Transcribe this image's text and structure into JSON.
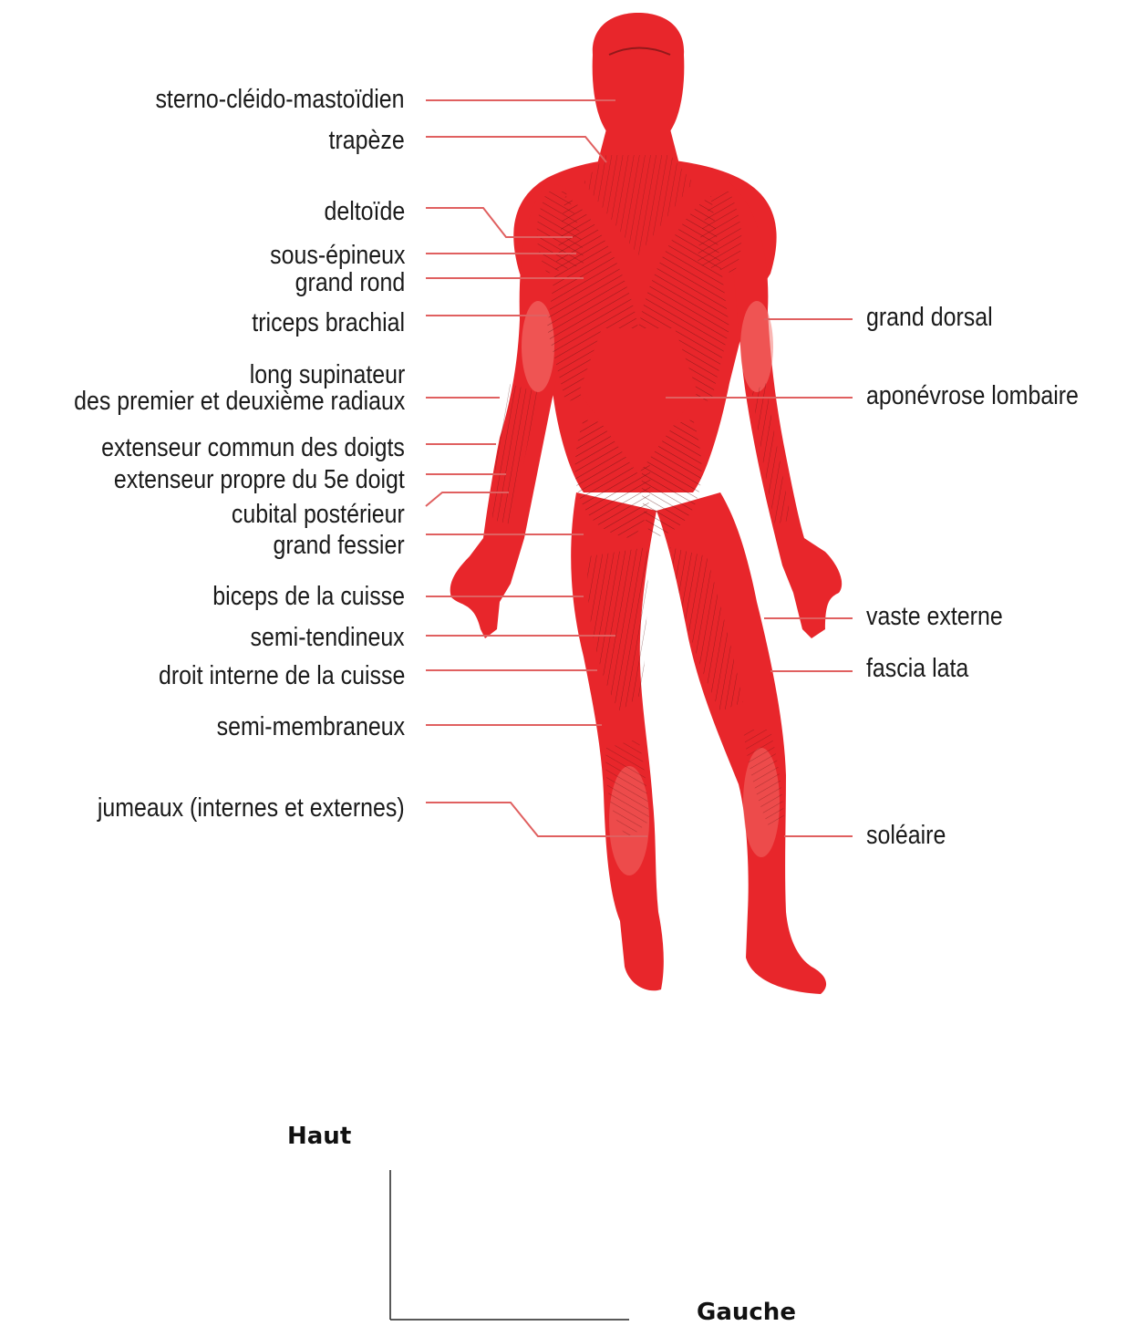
{
  "labels_left": [
    "sterno-cléido-mastoïdien",
    "trapèze",
    "deltoïde",
    "sous-épineux",
    "grand rond",
    "triceps brachial",
    "long supinateur",
    "des premier et deuxième radiaux",
    "extenseur commun des doigts",
    "extenseur propre du 5e doigt",
    "cubital postérieur",
    "grand fessier",
    "biceps de la cuisse",
    "semi-tendineux",
    "droit interne de la cuisse",
    "semi-membraneux",
    "jumeaux (internes et externes)"
  ],
  "labels_right": [
    "grand dorsal",
    "aponévrose lombaire",
    "vaste externe",
    "fascia lata",
    "soléaire"
  ],
  "axis": {
    "up_label": "Haut",
    "side_label": "Gauche"
  },
  "colors": {
    "muscle": "#e8262b",
    "muscle_light": "#f47a74",
    "leader_line": "#e06060",
    "fiber": "#5a1010"
  }
}
